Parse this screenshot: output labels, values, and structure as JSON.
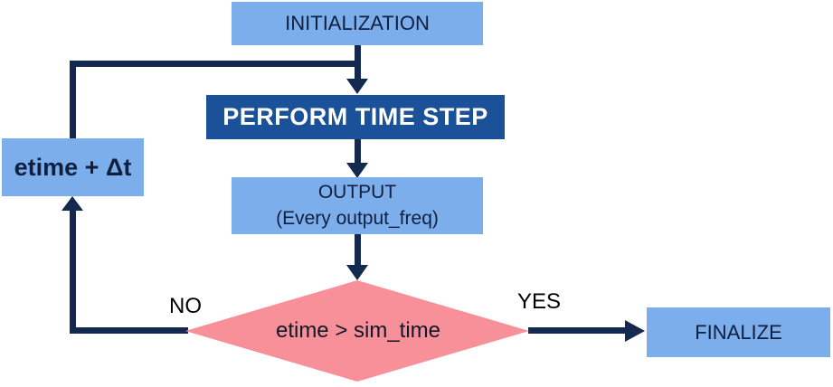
{
  "flowchart": {
    "nodes": {
      "initialization": {
        "label": "INITIALIZATION"
      },
      "perform_time_step": {
        "label": "PERFORM TIME STEP"
      },
      "output": {
        "label": "OUTPUT",
        "sublabel": "(Every output_freq)"
      },
      "decision": {
        "label": "etime > sim_time"
      },
      "finalize": {
        "label": "FINALIZE"
      },
      "time_increment": {
        "label": "etime + Δt"
      }
    },
    "branch_labels": {
      "no": "NO",
      "yes": "YES"
    },
    "colors": {
      "light_blue_box": "#7CAEEC",
      "dark_blue_box": "#1B5198",
      "diamond_pink": "#F8909A",
      "arrow_navy": "#13294F",
      "box_text": "#0F1F3F",
      "dark_box_text": "#FFFFFF",
      "branch_label_text": "#000000"
    }
  }
}
